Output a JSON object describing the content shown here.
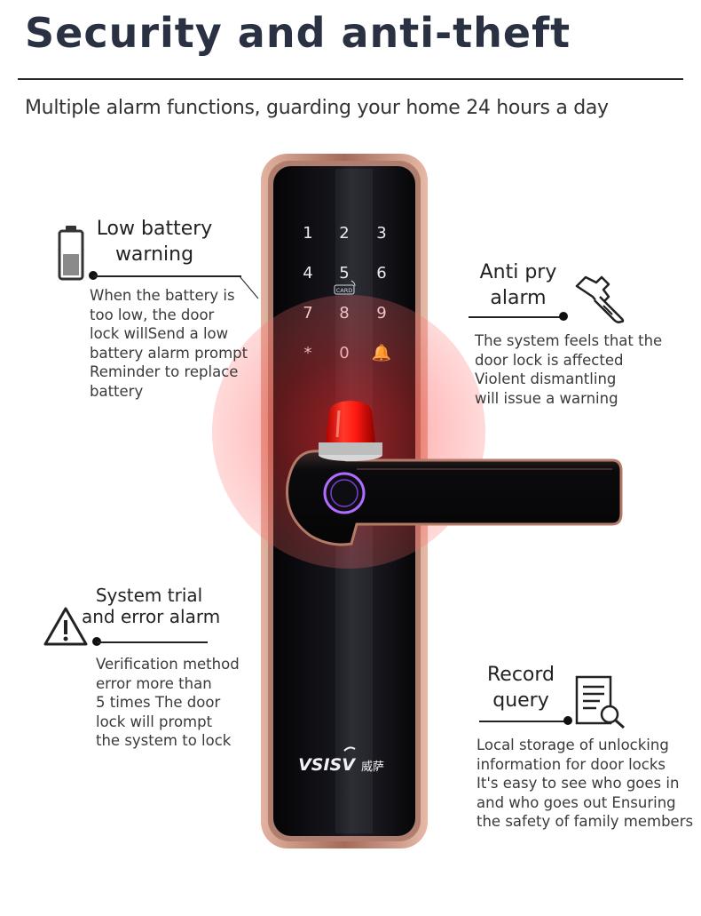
{
  "header": {
    "title": "Security and anti-theft",
    "subtitle": "Multiple alarm functions, guarding your home 24 hours a day"
  },
  "features": {
    "low_battery": {
      "title_line1": "Low battery",
      "title_line2": "warning",
      "description": "When the battery is\ntoo low, the door\nlock willSend a low\nbattery alarm prompt\nReminder to replace\nbattery",
      "icon": "battery-low-icon"
    },
    "anti_pry": {
      "title_line1": "Anti pry",
      "title_line2": "alarm",
      "description": "The system feels that the\ndoor lock is affected\nViolent dismantling\nwill issue a warning",
      "icon": "hammer-icon"
    },
    "trial_error": {
      "title_line1": "System trial",
      "title_line2": "and error alarm",
      "description": "Verification method\nerror more than\n5 times The door\nlock will prompt\nthe system to lock",
      "icon": "warning-triangle-icon"
    },
    "record_query": {
      "title_line1": "Record",
      "title_line2": "query",
      "description": "Local storage of unlocking\ninformation for door locks\nIt's easy to see who goes in\nand who goes out Ensuring\nthe safety of family members",
      "icon": "document-search-icon"
    }
  },
  "lock": {
    "keys": [
      "1",
      "2",
      "3",
      "4",
      "5",
      "6",
      "7",
      "8",
      "9",
      "*",
      "0",
      "🔔"
    ],
    "card_label": "CARD",
    "brand": "VSISV",
    "brand_cn": "威萨"
  },
  "colors": {
    "title": "#2a3142",
    "alarm_glow": "#ff2a2a",
    "frame": "#c98f7c",
    "panel": "#0b0b10"
  }
}
